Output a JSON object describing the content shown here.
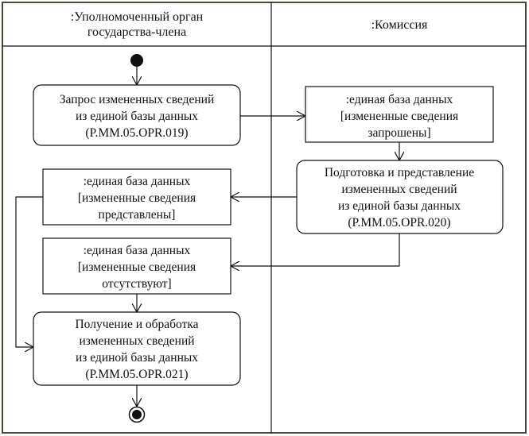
{
  "diagram": {
    "type": "uml-activity-swimlane",
    "lanes": [
      {
        "id": "member",
        "title_lines": [
          ":Уполномоченный орган",
          "государства-члена"
        ]
      },
      {
        "id": "commission",
        "title_lines": [
          ":Комиссия"
        ]
      }
    ],
    "nodes": {
      "start": {
        "kind": "initial"
      },
      "action_019": {
        "kind": "action",
        "lane": "member",
        "lines": [
          "Запрос измененных сведений",
          "из единой базы данных",
          "(P.MM.05.OPR.019)"
        ]
      },
      "obj_requested": {
        "kind": "object",
        "lane": "commission",
        "lines": [
          ":единая база данных",
          "[измененные сведения",
          "запрошены]"
        ]
      },
      "action_020": {
        "kind": "action",
        "lane": "commission",
        "lines": [
          "Подготовка и представление",
          "измененных сведений",
          "из единой базы данных",
          "(P.MM.05.OPR.020)"
        ]
      },
      "obj_presented": {
        "kind": "object",
        "lane": "member",
        "lines": [
          ":единая база данных",
          "[измененные сведения",
          "представлены]"
        ]
      },
      "obj_absent": {
        "kind": "object",
        "lane": "member",
        "lines": [
          ":единая база данных",
          "[измененные сведения",
          "отсутствуют]"
        ]
      },
      "action_021": {
        "kind": "action",
        "lane": "member",
        "lines": [
          "Получение и обработка",
          "измененных сведений",
          "из единой базы данных",
          "(P.MM.05.OPR.021)"
        ]
      },
      "end": {
        "kind": "final"
      }
    },
    "edges": [
      [
        "start",
        "action_019"
      ],
      [
        "action_019",
        "obj_requested"
      ],
      [
        "obj_requested",
        "action_020"
      ],
      [
        "action_020",
        "obj_presented"
      ],
      [
        "action_020",
        "obj_absent"
      ],
      [
        "obj_presented",
        "action_021"
      ],
      [
        "obj_absent",
        "action_021"
      ],
      [
        "action_021",
        "end"
      ]
    ],
    "colors": {
      "line": "#111111",
      "frame": "#4a4a3a",
      "background": "#ffffff"
    }
  }
}
